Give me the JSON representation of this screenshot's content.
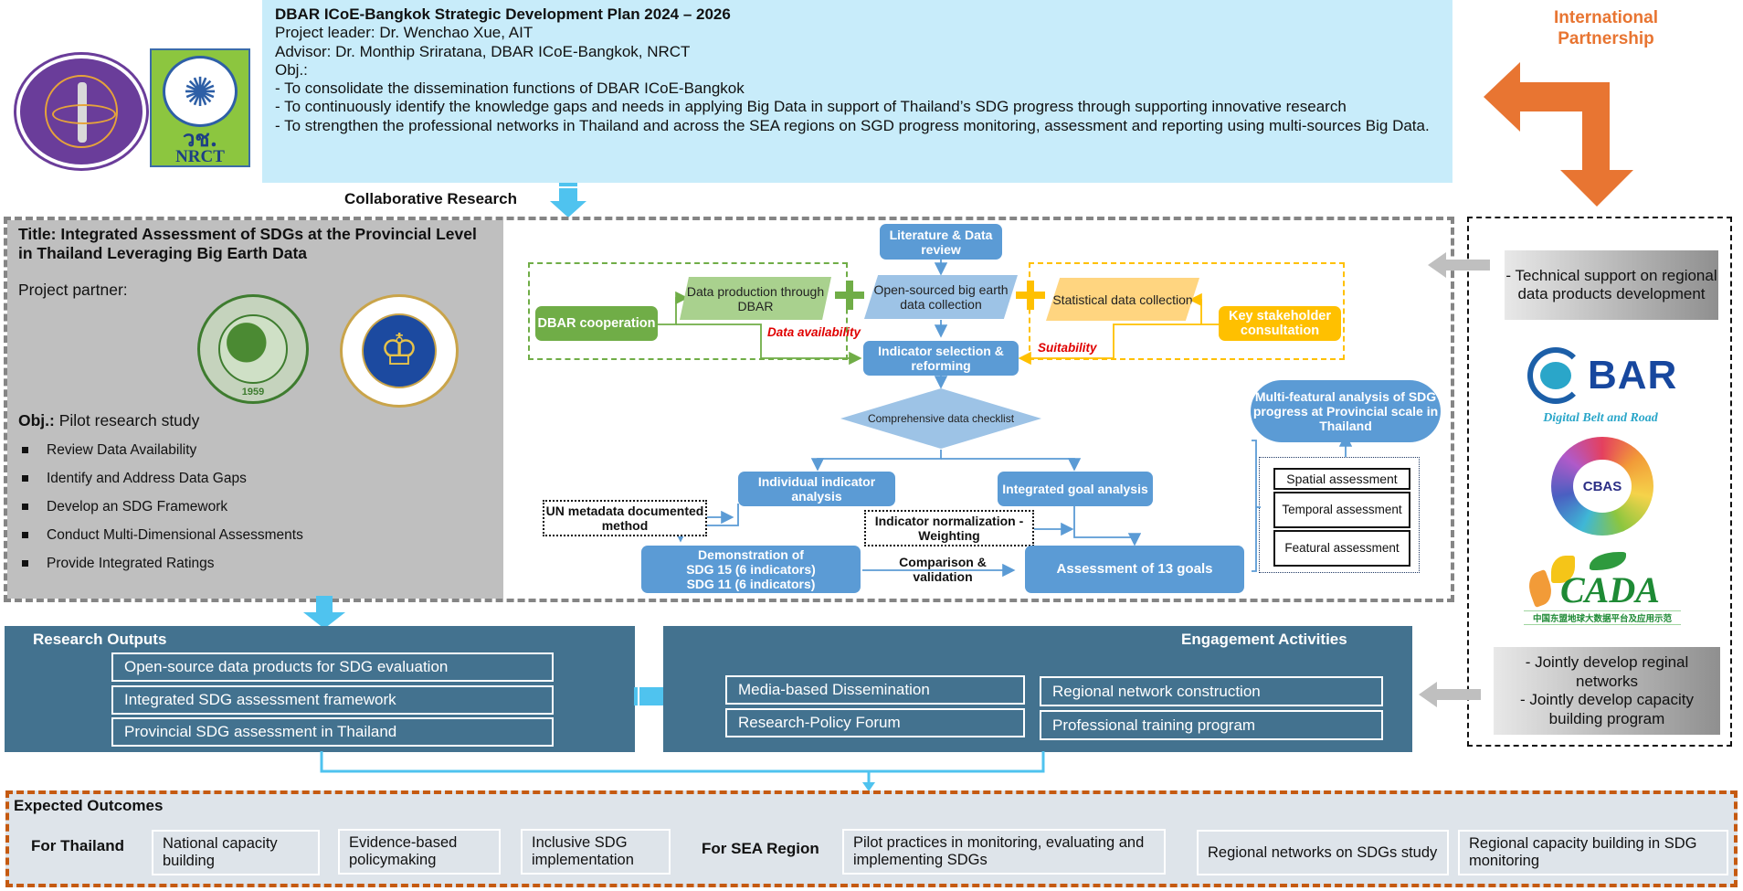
{
  "header": {
    "title": "DBAR ICoE-Bangkok Strategic Development Plan 2024 – 2026",
    "project_leader": "Project leader: Dr. Wenchao Xue, AIT",
    "advisor": "Advisor: Dr. Monthip Sriratana, DBAR ICoE-Bangkok, NRCT",
    "obj_label": "Obj.:",
    "objectives": [
      "- To consolidate the dissemination functions of DBAR ICoE-Bangkok",
      "- To continuously identify the knowledge gaps and needs in applying Big Data in support of Thailand’s SDG progress through supporting innovative research",
      "- To strengthen the professional networks in Thailand and across the SEA regions on SGD progress monitoring, assessment and reporting using multi-sources Big Data."
    ],
    "logos": {
      "ministry": "ministry-of-higher-education-logo",
      "nrct_thai": "วช.",
      "nrct_en": "NRCT"
    }
  },
  "international_partnership": {
    "label_line1": "International",
    "label_line2": "Partnership",
    "color": "#e87532",
    "technical_support": "- Technical support on regional data products development",
    "jointly": [
      "- Jointly develop reginal networks",
      "- Jointly develop capacity building program"
    ],
    "logos": {
      "dbar_word": "BAR",
      "dbar_sub": "Digital Belt and Road",
      "cbas": "CBAS",
      "cada_word": "CADA",
      "cada_cn": "中国东盟地球大数据平台及应用示范"
    }
  },
  "collaborative_research_label": "Collaborative Research",
  "project": {
    "title": "Title: Integrated Assessment of SDGs at the Provincial Level in Thailand Leveraging Big Earth Data",
    "partner_label": "Project partner:",
    "ait_year": "1959",
    "obj_label": "Obj.:",
    "obj_text": " Pilot research study",
    "obj_items": [
      "Review Data Availability",
      "Identify and Address Data Gaps",
      "Develop an SDG Framework",
      "Conduct Multi-Dimensional Assessments",
      "Provide Integrated Ratings"
    ]
  },
  "flowchart": {
    "literature": "Literature & Data review",
    "open_sourced": "Open-sourced big earth data collection",
    "dbar_coop": "DBAR cooperation",
    "data_production": "Data production through DBAR",
    "data_availability": "Data availability",
    "statistical": "Statistical data collection",
    "stakeholder": "Key stakeholder consultation",
    "suitability": "Suitability",
    "indicator_selection": "Indicator selection & reforming",
    "checklist": "Comprehensive data checklist",
    "individual": "Individual indicator analysis",
    "integrated_goal": "Integrated goal analysis",
    "un_metadata": "UN metadata documented method",
    "normalization": "Indicator normalization - Weighting",
    "demonstration": [
      "Demonstration of",
      "SDG 15 (6 indicators)",
      "SDG 11 (6 indicators)"
    ],
    "comparison": "Comparison & validation",
    "assessment13": "Assessment of 13 goals",
    "multi_featural": "Multi-featural analysis of SDG progress at Provincial scale in Thailand",
    "spatial": "Spatial assessment",
    "temporal": "Temporal assessment",
    "featural": "Featural assessment",
    "plus_green": "+",
    "plus_yellow": "+"
  },
  "research_outputs": {
    "title": "Research Outputs",
    "items": [
      "Open-source data products for SDG evaluation",
      "Integrated SDG assessment framework",
      "Provincial SDG assessment in Thailand"
    ]
  },
  "engagement": {
    "title": "Engagement Activities",
    "items": [
      "Media-based Dissemination",
      "Regional network construction",
      "Research-Policy Forum",
      "Professional training program"
    ]
  },
  "expected_outcomes": {
    "title": "Expected  Outcomes",
    "thailand_label": "For Thailand",
    "thailand_items": [
      "National capacity building",
      "Evidence-based policymaking",
      "Inclusive SDG implementation"
    ],
    "sea_label": "For SEA Region",
    "sea_items": [
      "Pilot practices in monitoring, evaluating and implementing SDGs",
      "Regional networks on SDGs study",
      "Regional capacity building in SDG monitoring"
    ]
  },
  "colors": {
    "header_bg": "#c8ecfa",
    "teal_panel": "#43728f",
    "flow_blue": "#5b9bd5",
    "flow_green": "#70ad47",
    "flow_yellow": "#ffc000",
    "arrow_cyan": "#4fc3ef",
    "outcome_border": "#c55a11"
  }
}
